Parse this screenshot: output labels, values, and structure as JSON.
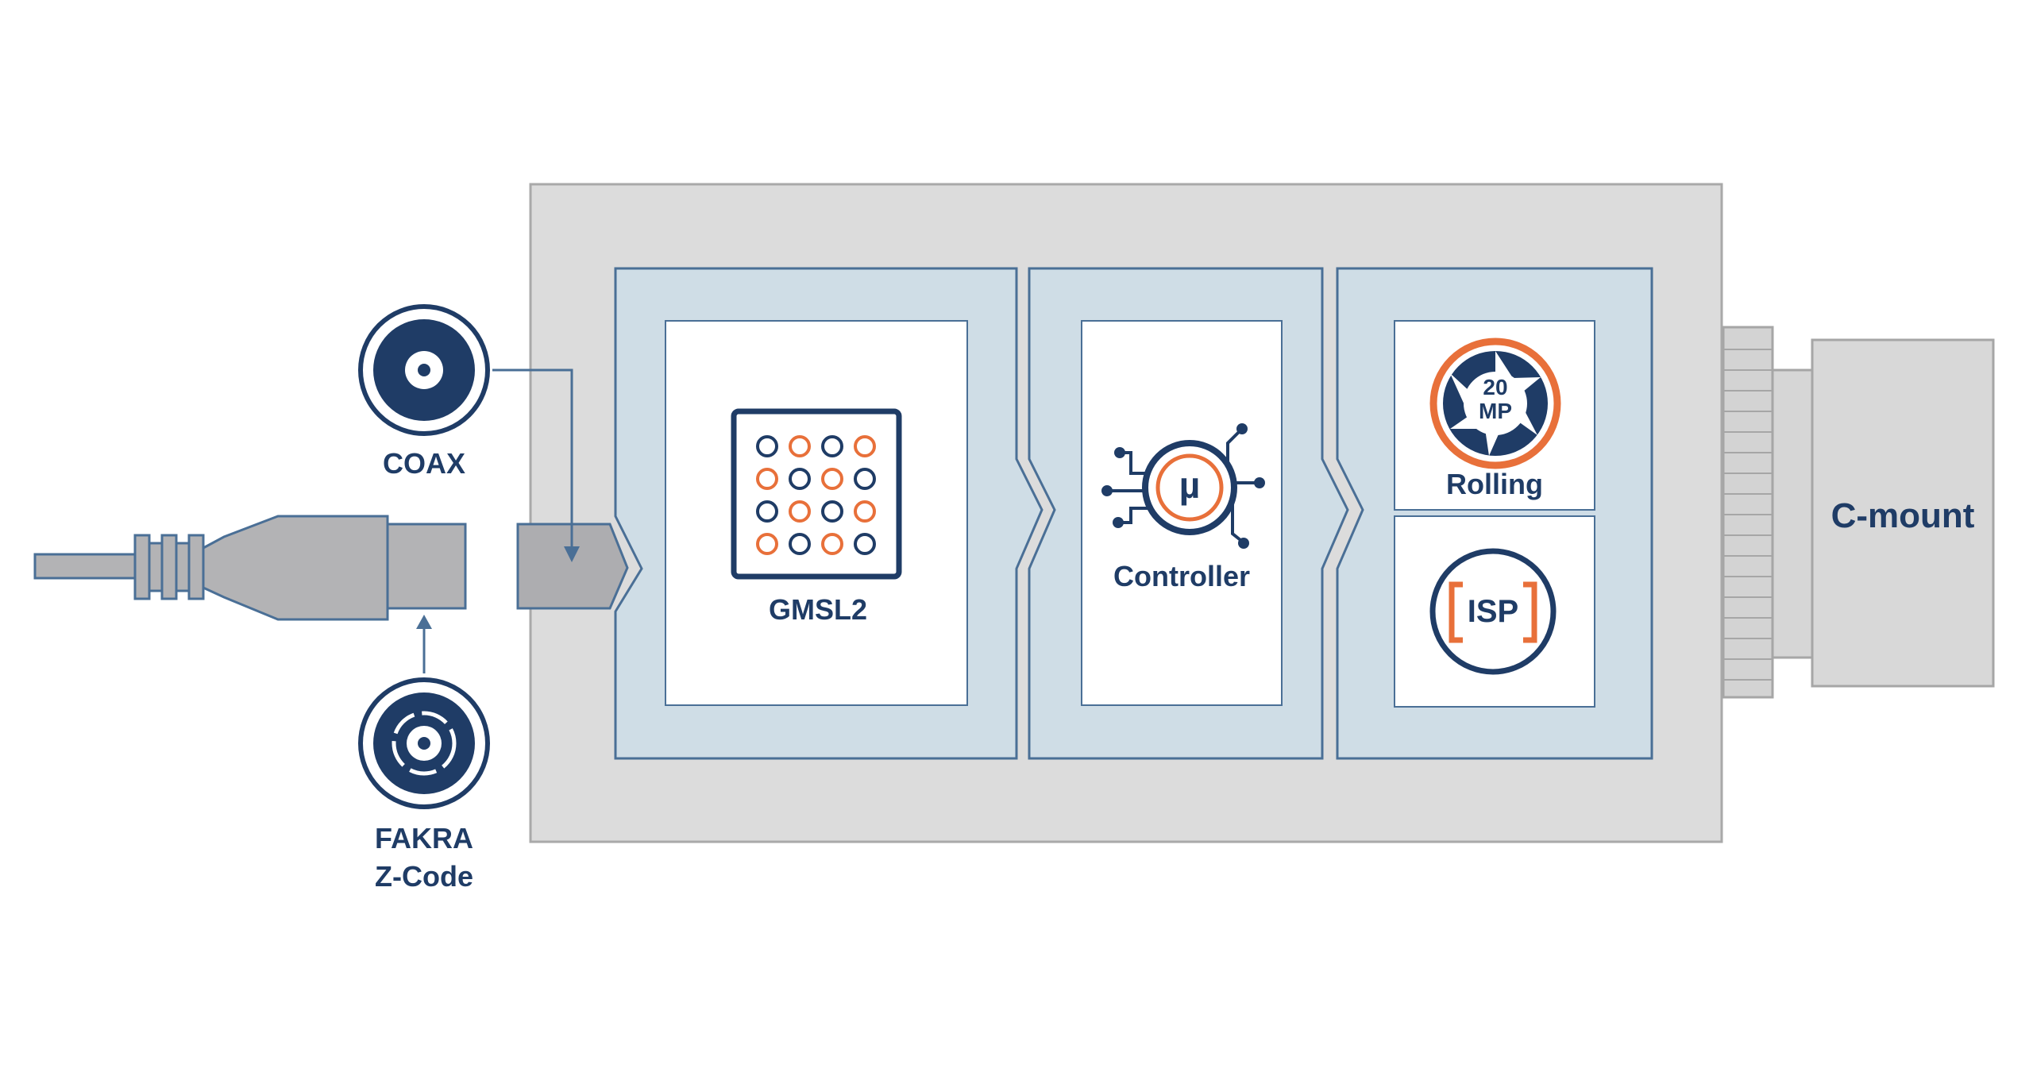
{
  "diagram": {
    "connectors": {
      "coax_label": "COAX",
      "fakra_line1": "FAKRA",
      "fakra_line2": "Z-Code"
    },
    "blocks": {
      "serializer_label": "GMSL2",
      "controller_label": "Controller",
      "controller_symbol": "µ",
      "sensor_resolution_line1": "20",
      "sensor_resolution_line2": "MP",
      "shutter_label": "Rolling",
      "isp_label": "ISP"
    },
    "lens_mount_label": "C-mount",
    "icons": {
      "coax": "coax-connector-icon",
      "fakra": "fakra-connector-icon",
      "serializer": "chip-matrix-icon",
      "controller": "microcontroller-icon",
      "sensor": "aperture-icon",
      "isp": "isp-icon",
      "cable": "cable-plug-icon"
    },
    "colors": {
      "navy": "#1f3c66",
      "orange": "#e8703a",
      "housing": "#dcdcdc",
      "block_fill": "#cfdde6",
      "block_border": "#4a6f96",
      "plug_fill": "#b3b3b5"
    }
  }
}
